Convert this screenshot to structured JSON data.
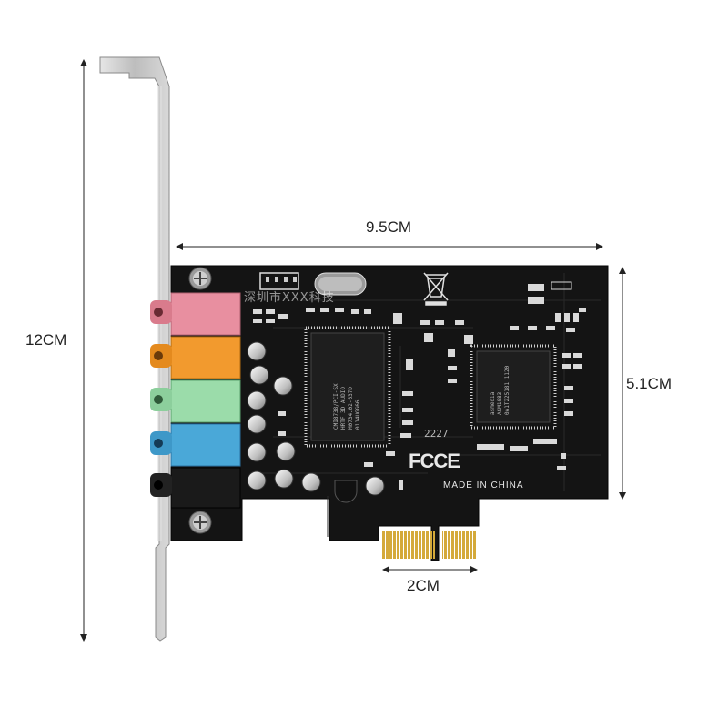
{
  "dimensions": {
    "height_label": "12CM",
    "length_label": "9.5CM",
    "card_height_label": "5.1CM",
    "connector_label": "2CM"
  },
  "board": {
    "made_in": "MADE IN CHINA",
    "fcc_mark": "FCCE",
    "date_code": "2227",
    "main_chip_text": "CMI8738/PCI-SX\nHRTF 3D AUDIO\nM0734.02-637D\n0114UGG66",
    "bridge_chip_text": "asmedia\nASM1083\n0A1T225181 1120",
    "watermark": "深圳市XXX科技"
  },
  "colors": {
    "pcb": "#141414",
    "bracket": "#c9c9c9",
    "jack_pink": "#e88fa0",
    "jack_orange": "#f29a2e",
    "jack_green": "#9bdcaa",
    "jack_blue": "#4aa8d8",
    "jack_black": "#1a1a1a",
    "gold": "#d4a93a"
  }
}
